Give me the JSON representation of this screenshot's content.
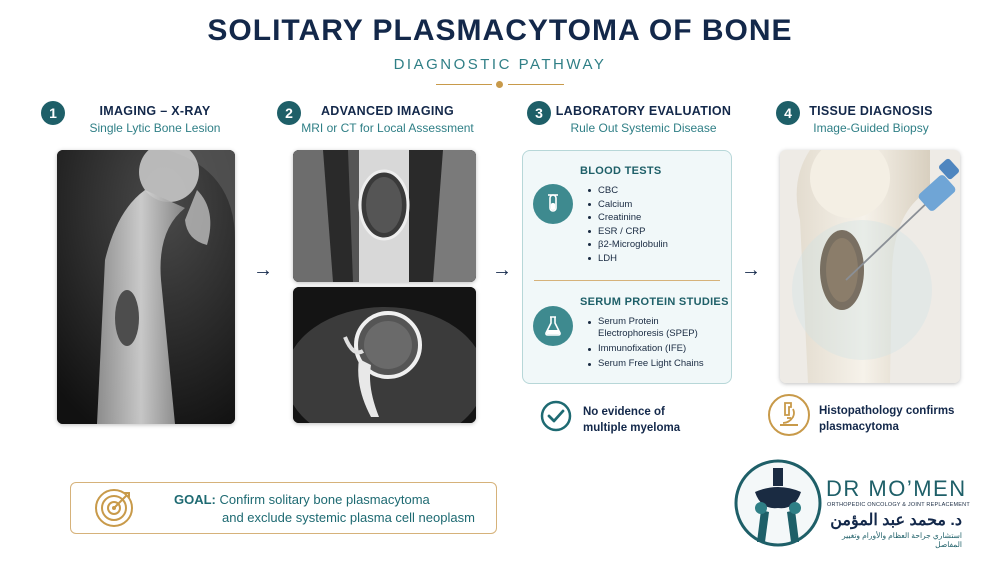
{
  "header": {
    "title": "SOLITARY PLASMACYTOMA OF BONE",
    "subtitle": "DIAGNOSTIC PATHWAY"
  },
  "steps": [
    {
      "number": "1",
      "title": "IMAGING – X-RAY",
      "subtitle": "Single Lytic Bone Lesion"
    },
    {
      "number": "2",
      "title": "ADVANCED IMAGING",
      "subtitle": "MRI or CT for Local Assessment"
    },
    {
      "number": "3",
      "title": "LABORATORY EVALUATION",
      "subtitle": "Rule Out Systemic Disease"
    },
    {
      "number": "4",
      "title": "TISSUE DIAGNOSIS",
      "subtitle": "Image-Guided Biopsy"
    }
  ],
  "lab": {
    "blood_tests": {
      "heading": "BLOOD TESTS",
      "items": [
        "CBC",
        "Calcium",
        "Creatinine",
        "ESR / CRP",
        "β2-Microglobulin",
        "LDH"
      ]
    },
    "serum_protein": {
      "heading": "SERUM PROTEIN STUDIES",
      "items": [
        "Serum Protein Electrophoresis (SPEP)",
        "Immunofixation (IFE)",
        "Serum Free Light Chains"
      ]
    }
  },
  "notes": {
    "myeloma": {
      "line1": "No evidence of",
      "line2": "multiple myeloma"
    },
    "histo": {
      "line1": "Histopathology confirms",
      "line2": "plasmacytoma"
    }
  },
  "goal": {
    "label": "GOAL:",
    "line1": "Confirm solitary bone plasmacytoma",
    "line2": "and exclude systemic plasma cell neoplasm"
  },
  "logo": {
    "name": "DR MO’MEN",
    "tagline": "ORTHOPEDIC ONCOLOGY & JOINT REPLACEMENT",
    "arabic_name": "د. محمد عبد المؤمن",
    "arabic_tagline": "استشاري جراحة العظام والأورام وتغيير المفاصل"
  },
  "colors": {
    "navy": "#13284a",
    "teal": "#1e5f68",
    "gold": "#c89a4a"
  }
}
